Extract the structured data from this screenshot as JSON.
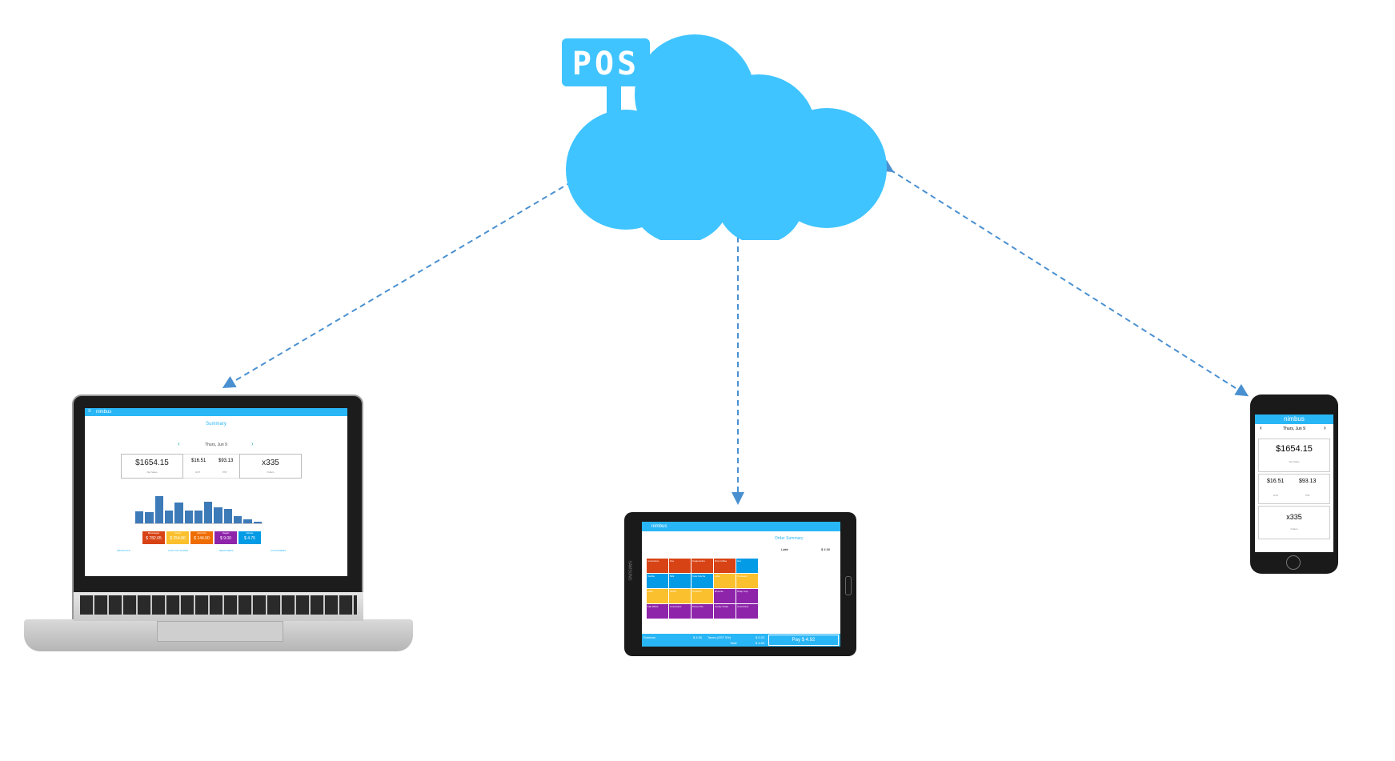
{
  "cloud": {
    "badge": "POS",
    "color": "#40c4ff"
  },
  "colors": {
    "accent": "#29b6f6",
    "arrow": "#4a90d0"
  },
  "laptop": {
    "brand": "nimbus",
    "title": "Summary",
    "date": "Thurs, Jun 9",
    "net_sales": "$1654.15",
    "net_sales_label": "Net Sales",
    "gst": "$16.51",
    "gst_label": "GST",
    "pst": "$93.13",
    "pst_label": "PST",
    "orders": "x335",
    "orders_label": "Orders",
    "bars": [
      0.35,
      0.32,
      0.78,
      0.36,
      0.6,
      0.36,
      0.36,
      0.62,
      0.45,
      0.4,
      0.2,
      0.12,
      0.05
    ],
    "categories": [
      {
        "name": "Beverages",
        "value": "$ 782.05",
        "color": "#d84315"
      },
      {
        "name": "Food",
        "value": "$ 254.80",
        "color": "#fbc02d"
      },
      {
        "name": "Add Ons",
        "value": "$ 144.00",
        "color": "#ef6c00"
      },
      {
        "name": "Vegan",
        "value": "$ 9.00",
        "color": "#8e24aa"
      },
      {
        "name": "Extras",
        "value": "$ 4.75",
        "color": "#039be5"
      }
    ],
    "footer_tabs": [
      "PRODUCTS",
      "COST OF GOODS",
      "REGISTERS",
      "CUSTOMERS"
    ]
  },
  "tablet": {
    "brand": "nimbus",
    "device_brand": "SAMSUNG",
    "order_title": "Order Summary",
    "order_item": "Latte",
    "order_item_price": "$ 4.50",
    "subtotal_label": "Subtotal",
    "subtotal": "$ 4.50",
    "taxes_label": "Taxes (GST 5%)",
    "taxes": "$ 0.22",
    "total_label": "Total",
    "total": "$ 4.50",
    "pay": "Pay $ 4.92",
    "tiles": [
      {
        "label": "Americano",
        "color": "#d84315"
      },
      {
        "label": "Tea",
        "color": "#d84315"
      },
      {
        "label": "Cappuccino",
        "color": "#d84315"
      },
      {
        "label": "Drip Coffee",
        "color": "#d84315"
      },
      {
        "label": "Hot",
        "color": "#039be5"
      },
      {
        "label": "Vanilla",
        "color": "#039be5"
      },
      {
        "label": "Milk",
        "color": "#039be5"
      },
      {
        "label": "Cafe Mocha",
        "color": "#039be5"
      },
      {
        "label": "Latte",
        "color": "#fbc02d"
      },
      {
        "label": "Croissant",
        "color": "#fbc02d"
      },
      {
        "label": "Latte",
        "color": "#fbc02d"
      },
      {
        "label": "Muffin",
        "color": "#fbc02d"
      },
      {
        "label": "Caramel",
        "color": "#fbc02d"
      },
      {
        "label": "Brownie",
        "color": "#8e24aa"
      },
      {
        "label": "Wrap Cup",
        "color": "#8e24aa"
      },
      {
        "label": "Flat White",
        "color": "#8e24aa"
      },
      {
        "label": "Americano",
        "color": "#8e24aa"
      },
      {
        "label": "Pecan Pie",
        "color": "#8e24aa"
      },
      {
        "label": "Candy Scale",
        "color": "#8e24aa"
      },
      {
        "label": "Americano",
        "color": "#8e24aa"
      }
    ]
  },
  "phone": {
    "brand": "nimbus",
    "date": "Thurs, Jun 9",
    "net_sales": "$1654.15",
    "net_sales_label": "Net Sales",
    "gst": "$16.51",
    "gst_label": "GST",
    "pst": "$93.13",
    "pst_label": "PST",
    "orders": "x335",
    "orders_label": "Orders"
  }
}
